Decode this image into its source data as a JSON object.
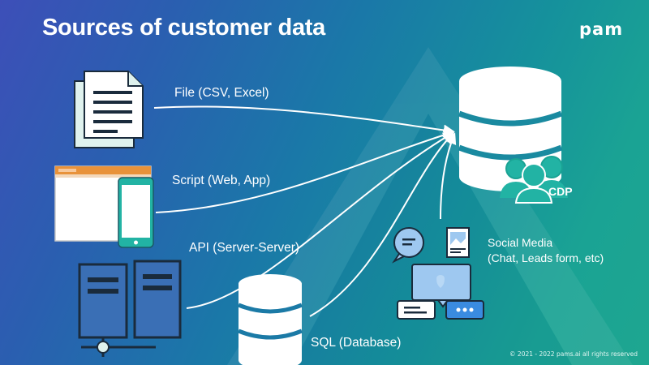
{
  "slide": {
    "title": "Sources of customer data",
    "logo": "pam",
    "copyright": "© 2021 - 2022 pams.ai all rights reserved"
  },
  "sources": [
    {
      "label": "File (CSV, Excel)",
      "icon": "documents-icon"
    },
    {
      "label": "Script (Web, App)",
      "icon": "browser-mobile-icon"
    },
    {
      "label": "API (Server-Server)",
      "icon": "servers-icon"
    },
    {
      "label": "SQL (Database)",
      "icon": "database-icon"
    }
  ],
  "social": {
    "line1": "Social Media",
    "line2": "(Chat, Leads form, etc)",
    "icon": "chat-bubbles-icon"
  },
  "target": {
    "label": "CDP",
    "icon": "database-users-icon"
  },
  "colors": {
    "arrow": "#ffffff",
    "document": "#dff2ee",
    "server": "#3a6fb5",
    "browser_bar": "#e8923a"
  }
}
